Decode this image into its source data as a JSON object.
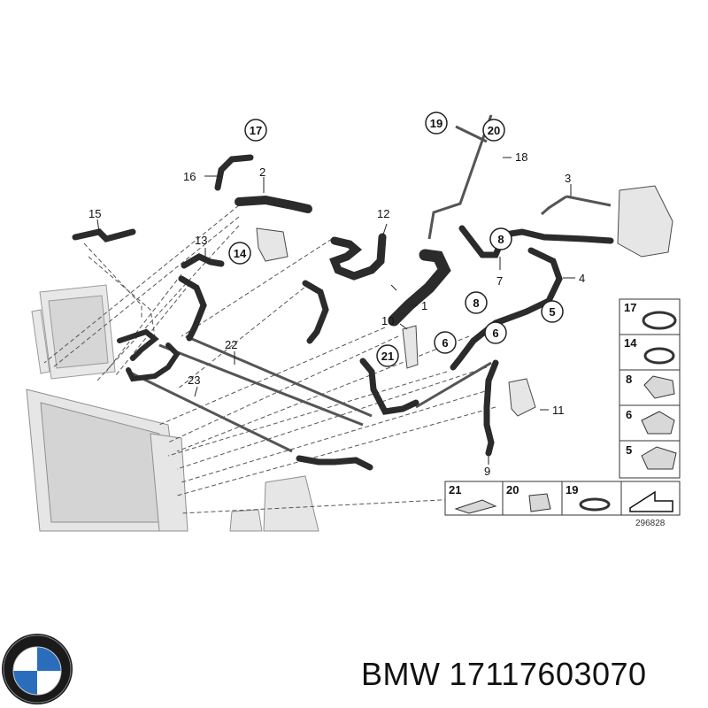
{
  "diagram": {
    "callouts": {
      "c1": "1",
      "c2": "2",
      "c3": "3",
      "c4": "4",
      "c5": "5",
      "c6a": "6",
      "c6b": "6",
      "c7": "7",
      "c8a": "8",
      "c8b": "8",
      "c9": "9",
      "c10": "10",
      "c11": "11",
      "c12": "12",
      "c13": "13",
      "c14": "14",
      "c15": "15",
      "c16": "16",
      "c17": "17",
      "c18": "18",
      "c19": "19",
      "c20": "20",
      "c21": "21",
      "c22": "22",
      "c23": "23"
    },
    "legend_right": [
      "17",
      "14",
      "8",
      "6",
      "5"
    ],
    "legend_bottom": [
      "21",
      "20",
      "19"
    ],
    "reference_number": "296828"
  },
  "footer": {
    "brand": "BMW",
    "part_number": "17117603070"
  },
  "colors": {
    "hose": "#2b2b2b",
    "line": "#555555",
    "part_fill": "#e6e6e6",
    "badge_blue": "#2a6ebb"
  }
}
